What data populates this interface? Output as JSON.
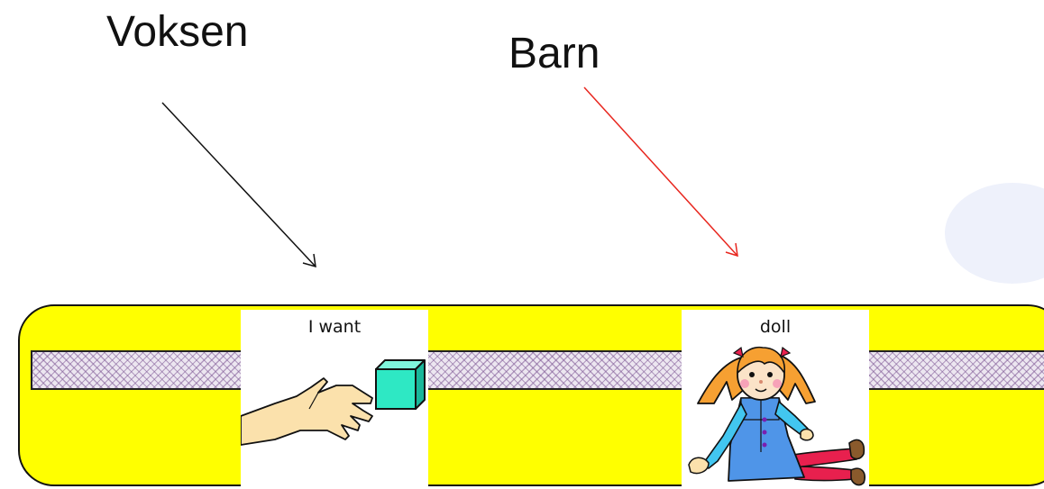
{
  "labels": {
    "adult": "Voksen",
    "child": "Barn"
  },
  "arrows": [
    {
      "name": "adult-arrow",
      "color": "#111111"
    },
    {
      "name": "child-arrow",
      "color": "#e8271f"
    }
  ],
  "sentence_strip": {
    "strip_color": "#ffff00",
    "bar_pattern_color": "#805a96",
    "cards": [
      {
        "caption": "I want",
        "picture": "hand-reaching-for-cube"
      },
      {
        "caption": "doll",
        "picture": "doll"
      }
    ]
  }
}
